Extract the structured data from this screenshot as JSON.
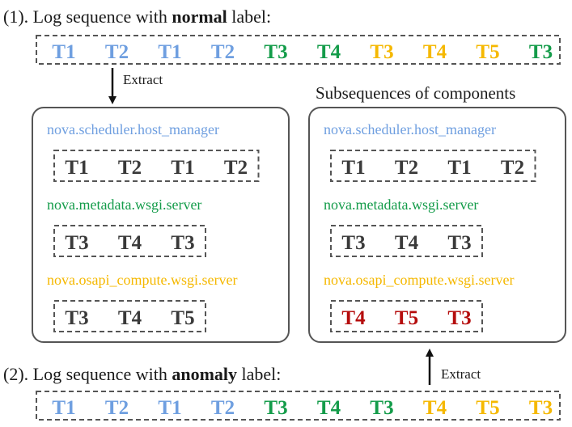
{
  "colors": {
    "T1": "#6f9fe0",
    "T2": "#6f9fe0",
    "T3_green": "#149c4a",
    "T4_green": "#149c4a",
    "T3_yellow": "#f5b800",
    "T4_yellow": "#f5b800",
    "T5_yellow": "#f5b800",
    "dark": "#3a3a3a",
    "anomaly": "#b50d0d",
    "scheduler": "#6f9fe0",
    "metadata": "#149c4a",
    "osapi": "#f5b800"
  },
  "normal": {
    "caption_prefix": "(1). Log sequence  with ",
    "caption_bold": "normal",
    "caption_suffix": " label:",
    "sequence": [
      {
        "text": "T1",
        "color": "#6f9fe0"
      },
      {
        "text": "T2",
        "color": "#6f9fe0"
      },
      {
        "text": "T1",
        "color": "#6f9fe0"
      },
      {
        "text": "T2",
        "color": "#6f9fe0"
      },
      {
        "text": "T3",
        "color": "#149c4a"
      },
      {
        "text": "T4",
        "color": "#149c4a"
      },
      {
        "text": "T3",
        "color": "#f5b800"
      },
      {
        "text": "T4",
        "color": "#f5b800"
      },
      {
        "text": "T5",
        "color": "#f5b800"
      },
      {
        "text": "T3",
        "color": "#149c4a"
      }
    ],
    "extract_label": "Extract",
    "components": [
      {
        "name": "nova.scheduler.host_manager",
        "color": "#6f9fe0",
        "tokens": [
          {
            "text": "T1",
            "color": "#3a3a3a"
          },
          {
            "text": "T2",
            "color": "#3a3a3a"
          },
          {
            "text": "T1",
            "color": "#3a3a3a"
          },
          {
            "text": "T2",
            "color": "#3a3a3a"
          }
        ]
      },
      {
        "name": "nova.metadata.wsgi.server",
        "color": "#149c4a",
        "tokens": [
          {
            "text": "T3",
            "color": "#3a3a3a"
          },
          {
            "text": "T4",
            "color": "#3a3a3a"
          },
          {
            "text": "T3",
            "color": "#3a3a3a"
          }
        ]
      },
      {
        "name": "nova.osapi_compute.wsgi.server",
        "color": "#f5b800",
        "tokens": [
          {
            "text": "T3",
            "color": "#3a3a3a"
          },
          {
            "text": "T4",
            "color": "#3a3a3a"
          },
          {
            "text": "T5",
            "color": "#3a3a3a"
          }
        ]
      }
    ]
  },
  "anomaly": {
    "caption_prefix": "(2). Log sequence with ",
    "caption_bold": "anomaly",
    "caption_suffix": " label:",
    "sequence": [
      {
        "text": "T1",
        "color": "#6f9fe0"
      },
      {
        "text": "T2",
        "color": "#6f9fe0"
      },
      {
        "text": "T1",
        "color": "#6f9fe0"
      },
      {
        "text": "T2",
        "color": "#6f9fe0"
      },
      {
        "text": "T3",
        "color": "#149c4a"
      },
      {
        "text": "T4",
        "color": "#149c4a"
      },
      {
        "text": "T3",
        "color": "#149c4a"
      },
      {
        "text": "T4",
        "color": "#f5b800"
      },
      {
        "text": "T5",
        "color": "#f5b800"
      },
      {
        "text": "T3",
        "color": "#f5b800"
      }
    ],
    "extract_label": "Extract",
    "subsequences_title": "Subsequences of components",
    "components": [
      {
        "name": "nova.scheduler.host_manager",
        "color": "#6f9fe0",
        "tokens": [
          {
            "text": "T1",
            "color": "#3a3a3a"
          },
          {
            "text": "T2",
            "color": "#3a3a3a"
          },
          {
            "text": "T1",
            "color": "#3a3a3a"
          },
          {
            "text": "T2",
            "color": "#3a3a3a"
          }
        ]
      },
      {
        "name": "nova.metadata.wsgi.server",
        "color": "#149c4a",
        "tokens": [
          {
            "text": "T3",
            "color": "#3a3a3a"
          },
          {
            "text": "T4",
            "color": "#3a3a3a"
          },
          {
            "text": "T3",
            "color": "#3a3a3a"
          }
        ]
      },
      {
        "name": "nova.osapi_compute.wsgi.server",
        "color": "#f5b800",
        "tokens": [
          {
            "text": "T4",
            "color": "#b50d0d"
          },
          {
            "text": "T5",
            "color": "#b50d0d"
          },
          {
            "text": "T3",
            "color": "#b50d0d"
          }
        ]
      }
    ]
  }
}
